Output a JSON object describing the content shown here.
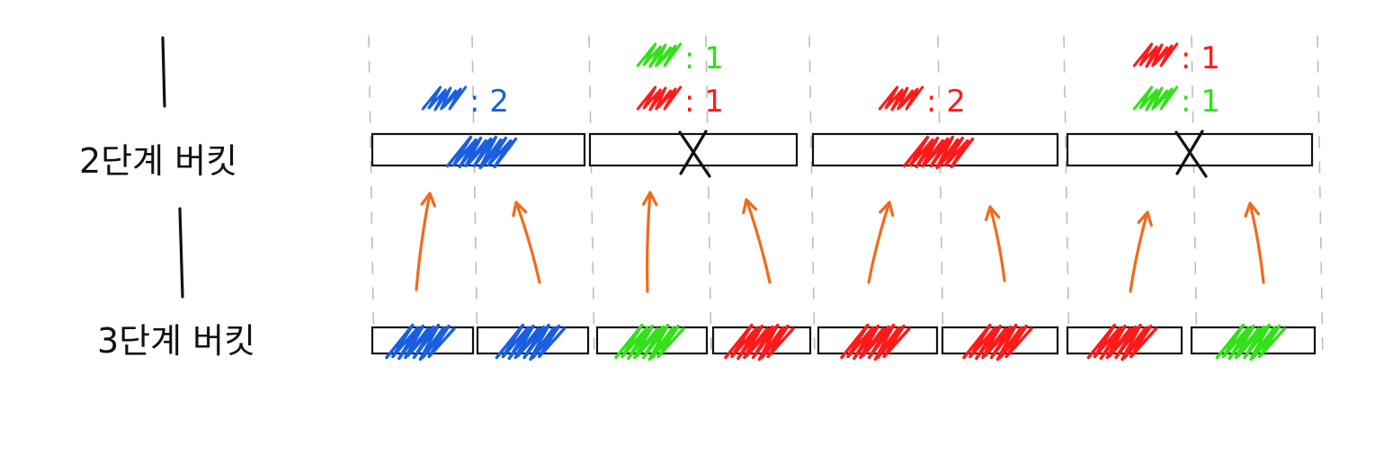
{
  "colors": {
    "blue": "#1a5fe0",
    "green": "#33e01a",
    "red": "#ff1a1a",
    "arrow": "#f26a1b"
  },
  "levels": {
    "level2": {
      "label": "2단계 버킷",
      "buckets": [
        {
          "fill": "blue",
          "empty": false,
          "counts": [
            {
              "color": "blue",
              "text": ": 2"
            }
          ]
        },
        {
          "fill": null,
          "empty": true,
          "counts": [
            {
              "color": "green",
              "text": ": 1"
            },
            {
              "color": "red",
              "text": ": 1"
            }
          ]
        },
        {
          "fill": "red",
          "empty": false,
          "counts": [
            {
              "color": "red",
              "text": ": 2"
            }
          ]
        },
        {
          "fill": null,
          "empty": true,
          "counts": [
            {
              "color": "red",
              "text": ": 1"
            },
            {
              "color": "green",
              "text": ": 1"
            }
          ]
        }
      ]
    },
    "level3": {
      "label": "3단계 버킷",
      "buckets": [
        {
          "fill": "blue"
        },
        {
          "fill": "blue"
        },
        {
          "fill": "green"
        },
        {
          "fill": "red"
        },
        {
          "fill": "red"
        },
        {
          "fill": "red"
        },
        {
          "fill": "red"
        },
        {
          "fill": "green"
        }
      ]
    }
  },
  "icons": {
    "scribble": "scribble-icon",
    "empty": "x-mark-icon",
    "arrow": "arrow-up-icon"
  }
}
